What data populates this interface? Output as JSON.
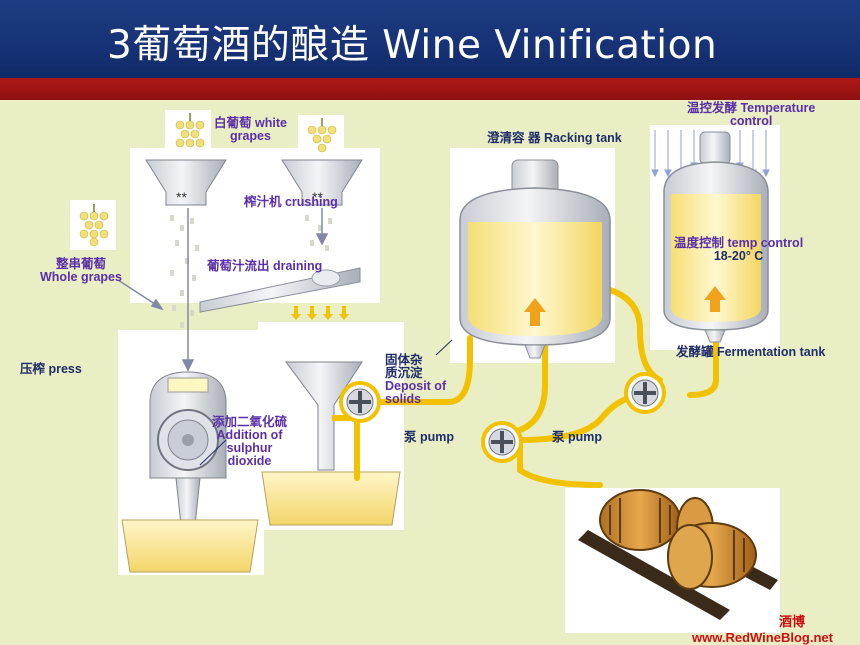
{
  "title": "3葡萄酒的酿造  Wine Vinification",
  "labels": {
    "white_grapes_cn": "白葡萄",
    "white_grapes_en1": "white",
    "white_grapes_en2": "grapes",
    "crushing": "榨汁机 crushing",
    "draining": "葡萄汁流出 draining",
    "whole_grapes_cn": "整串葡萄",
    "whole_grapes_en": "Whole grapes",
    "press": "压榨 press",
    "so2_cn": "添加二氧化硫",
    "so2_en1": "Addition of",
    "so2_en2": "sulphur",
    "so2_en3": "dioxide",
    "deposit_cn1": "固体杂",
    "deposit_cn2": "质沉淀",
    "deposit_en1": "Deposit of",
    "deposit_en2": "solids",
    "pump1": "泵 pump",
    "pump2": "泵 pump",
    "racking": "澄清容 器 Racking tank",
    "temperature_line1": "温控发酵 Temperature",
    "temperature_line2": "control",
    "temp_control": "温度控制 temp control",
    "temp_range": "18-20° C",
    "fermentation": "发酵罐 Fermentation tank",
    "watermark_cn": "酒博",
    "watermark_url": "www.RedWineBlog.net"
  },
  "colors": {
    "header_blue": "#173276",
    "header_red": "#a01414",
    "background": "#e9eec4",
    "pipe": "#f2c200",
    "label_purple": "#5a2fa8",
    "label_navy": "#1f2d6a"
  }
}
